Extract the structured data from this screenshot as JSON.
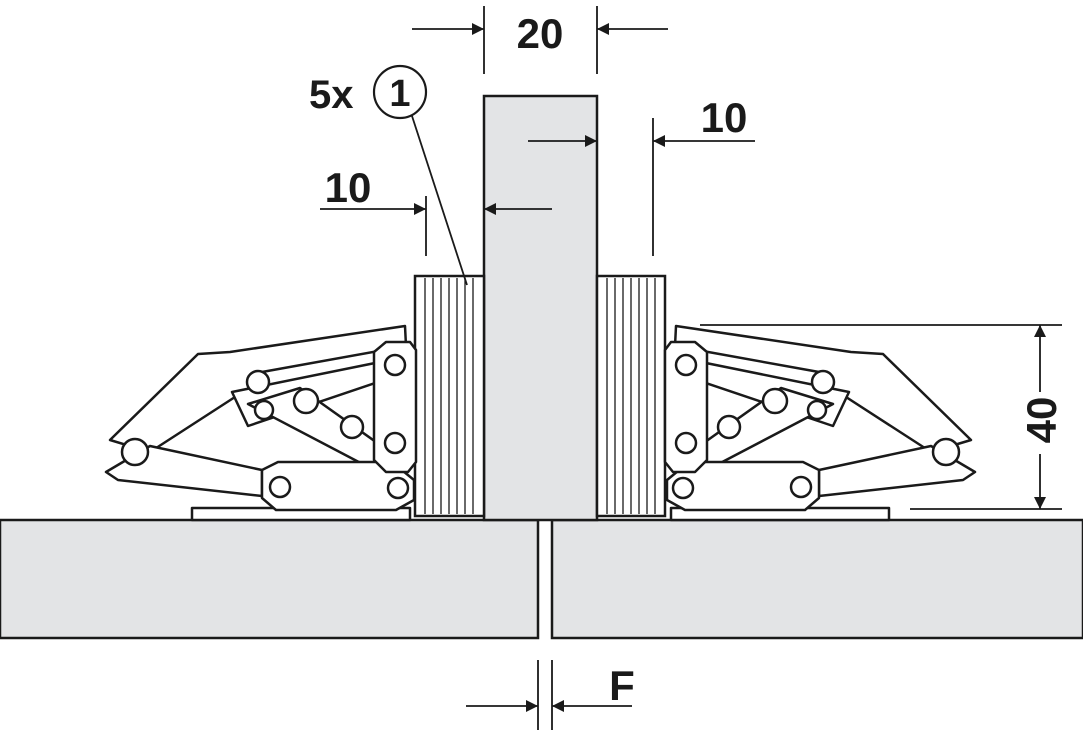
{
  "dimensions": {
    "panel_width": "20",
    "left_offset": "10",
    "right_offset": "10",
    "hinge_height": "40",
    "gap": "F"
  },
  "callout": {
    "quantity": "5x",
    "number": "1"
  },
  "colors": {
    "part_fill": "#e3e4e6",
    "line": "#1a1a1a",
    "background": "#ffffff"
  }
}
